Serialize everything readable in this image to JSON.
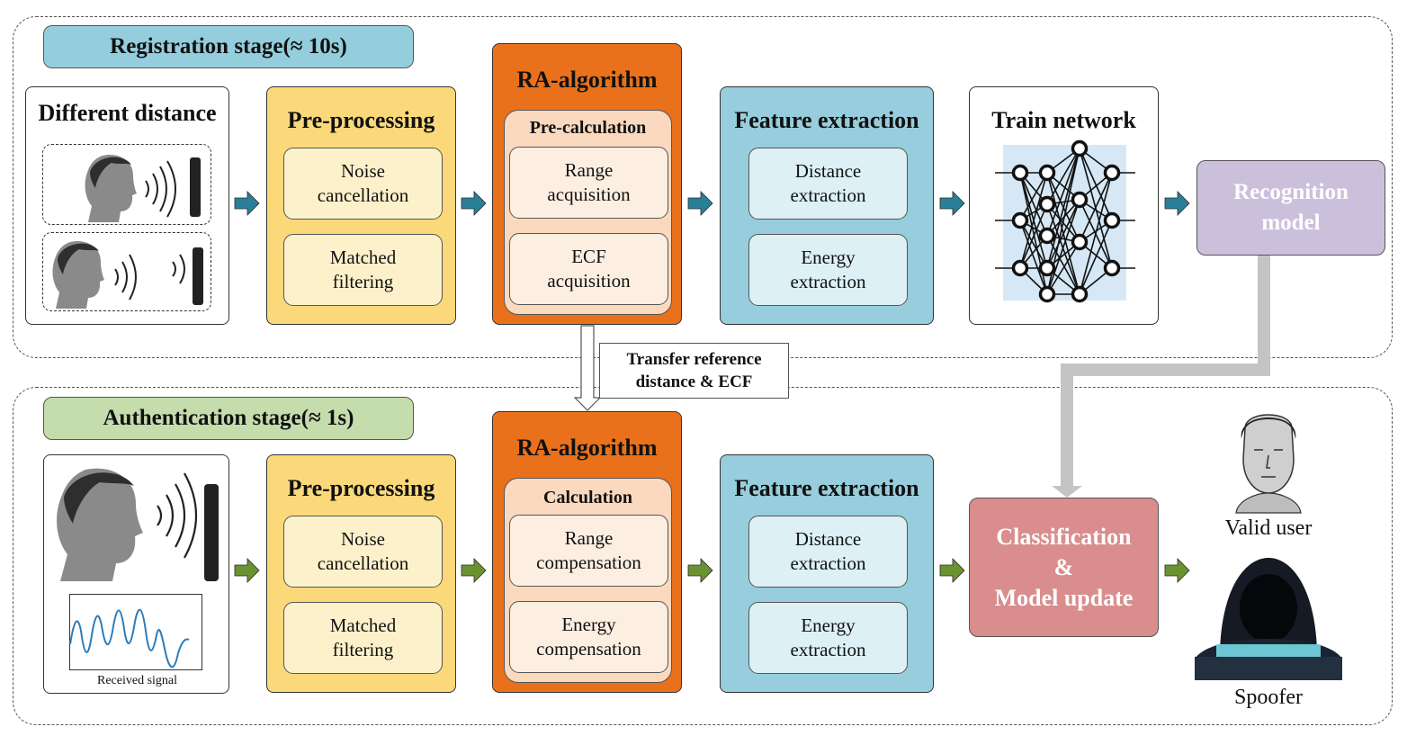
{
  "colors": {
    "registration_label": "#94cedd",
    "authentication_label": "#c5dcad",
    "preproc_panel": "#fbd97a",
    "preproc_sub": "#fdf1cb",
    "ra_panel": "#e9711c",
    "ra_inner": "#fad9be",
    "ra_sub": "#fdeee2",
    "feature_panel": "#97cddc",
    "feature_sub": "#dcf0f6",
    "recognition": "#cbc0dc",
    "classification": "#d98d8d",
    "arrow_reg": "#2a7f98",
    "arrow_auth": "#6b9230"
  },
  "registration": {
    "label": "Registration stage(≈ 10s)",
    "distance_title": "Different distance",
    "preprocessing": {
      "title": "Pre-processing",
      "items": [
        "Noise\ncancellation",
        "Matched\nfiltering"
      ]
    },
    "ra": {
      "title": "RA-algorithm",
      "inner_title": "Pre-calculation",
      "items": [
        "Range\nacquisition",
        "ECF\nacquisition"
      ]
    },
    "feature": {
      "title": "Feature extraction",
      "items": [
        "Distance\nextraction",
        "Energy\nextraction"
      ]
    },
    "train_title": "Train network",
    "recognition": "Recognition\nmodel"
  },
  "transfer_note": "Transfer reference\ndistance & ECF",
  "authentication": {
    "label": "Authentication stage(≈ 1s)",
    "signal_caption": "Received signal",
    "preprocessing": {
      "title": "Pre-processing",
      "items": [
        "Noise\ncancellation",
        "Matched\nfiltering"
      ]
    },
    "ra": {
      "title": "RA-algorithm",
      "inner_title": "Calculation",
      "items": [
        "Range\ncompensation",
        "Energy\ncompensation"
      ]
    },
    "feature": {
      "title": "Feature extraction",
      "items": [
        "Distance\nextraction",
        "Energy\nextraction"
      ]
    },
    "classification": "Classification\n&\nModel update",
    "valid_user": "Valid user",
    "spoofer": "Spoofer"
  }
}
